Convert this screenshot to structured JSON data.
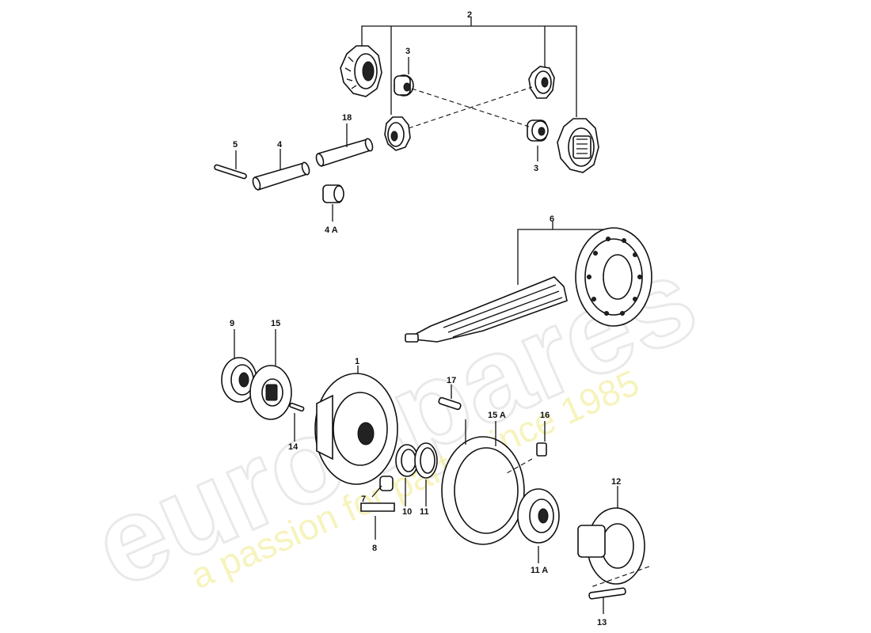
{
  "watermark": {
    "brand": "eurospares",
    "tagline": "a passion for parts since 1985"
  },
  "callouts": [
    "1",
    "2",
    "3",
    "3",
    "4",
    "4 A",
    "5",
    "6",
    "7",
    "8",
    "9",
    "10",
    "11",
    "11 A",
    "12",
    "13",
    "14",
    "15",
    "15 A",
    "16",
    "17",
    "18"
  ],
  "colors": {
    "ink": "#111111",
    "watermark_gray": "#e9e9e9",
    "watermark_yellow": "#f4f0a8"
  }
}
